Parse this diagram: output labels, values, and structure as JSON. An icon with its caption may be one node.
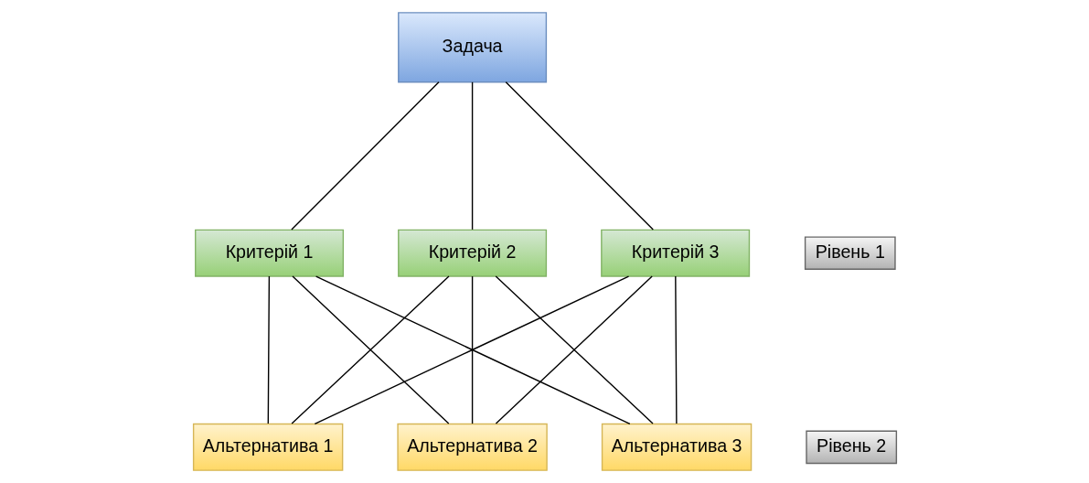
{
  "diagram": {
    "nodes": [
      {
        "text": [
          "Задача"
        ]
      },
      {
        "text": [
          "Критерій 1"
        ]
      },
      {
        "text": [
          "Критерій 2"
        ]
      },
      {
        "text": [
          "Критерій 3"
        ]
      },
      {
        "text": [
          "Альтернатива 1"
        ]
      },
      {
        "text": [
          "Альтернатива 2"
        ]
      },
      {
        "text": [
          "Альтернатива 3"
        ]
      },
      {
        "text": [
          "Рівень 1"
        ]
      },
      {
        "text": [
          "Рівень 2"
        ]
      }
    ],
    "edges": [
      {
        "from": 0,
        "to": 1,
        "arrow": "none"
      },
      {
        "from": 0,
        "to": 2,
        "arrow": "none"
      },
      {
        "from": 0,
        "to": 3,
        "arrow": "none"
      },
      {
        "from": 1,
        "to": 4,
        "arrow": "none"
      },
      {
        "from": 1,
        "to": 5,
        "arrow": "none"
      },
      {
        "from": 1,
        "to": 6,
        "arrow": "none"
      },
      {
        "from": 2,
        "to": 4,
        "arrow": "none"
      },
      {
        "from": 2,
        "to": 5,
        "arrow": "none"
      },
      {
        "from": 2,
        "to": 6,
        "arrow": "none"
      },
      {
        "from": 3,
        "to": 4,
        "arrow": "none"
      },
      {
        "from": 3,
        "to": 5,
        "arrow": "none"
      },
      {
        "from": 3,
        "to": 6,
        "arrow": "none"
      }
    ]
  }
}
